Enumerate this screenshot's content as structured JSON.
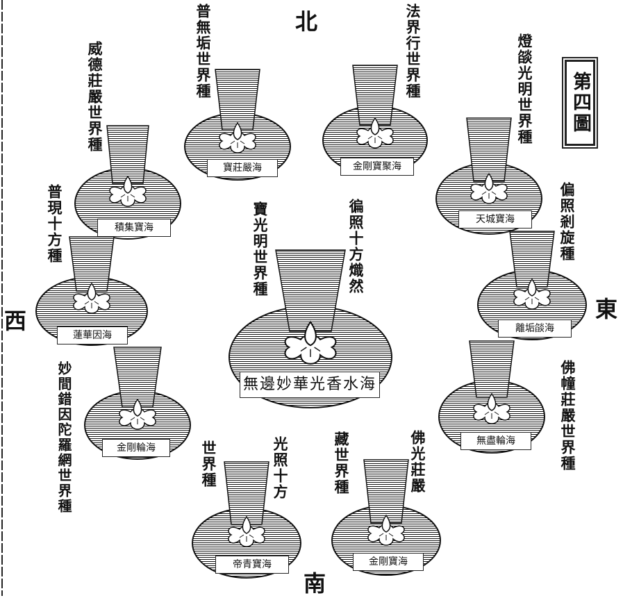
{
  "figure_label": "第四圖",
  "directions": {
    "north": "北",
    "south": "南",
    "east": "東",
    "west": "西"
  },
  "center": {
    "label_left": "寶光明世界種",
    "label_right": "徧照十方熾然",
    "sea": "無邊妙華光香水海"
  },
  "worlds": [
    {
      "label": "普無垢世界種",
      "sea": "寶莊嚴海"
    },
    {
      "label": "法界行世界種",
      "sea": "金剛寶聚海"
    },
    {
      "label": "燈燄光明世界種",
      "sea": "天城寶海"
    },
    {
      "label": "偏照剎旋種",
      "sea": "離垢燄海"
    },
    {
      "label": "佛幢莊嚴世界種",
      "sea": "無盡輪海"
    },
    {
      "label_a": "佛光莊嚴",
      "label_b": "藏世界種",
      "sea": "金剛寶海"
    },
    {
      "label_a": "光照十方",
      "label_b": "世界種",
      "sea": "帝青寶海"
    },
    {
      "label": "妙間錯因陀羅網世界種",
      "sea": "金剛輪海"
    },
    {
      "label": "普現十方種",
      "sea": "蓮華因海"
    },
    {
      "label": "威德莊嚴世界種",
      "sea": "積集寶海"
    }
  ]
}
